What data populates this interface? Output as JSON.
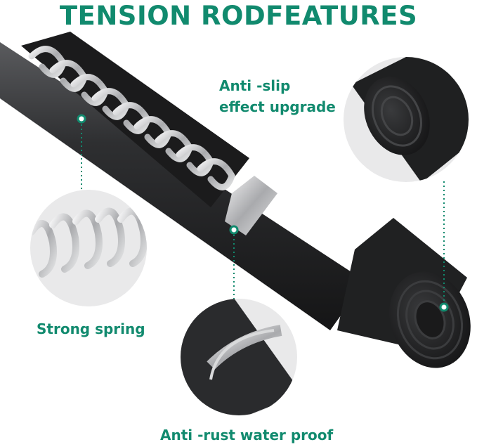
{
  "title": "TENSION RODFEATURES",
  "features": {
    "anti_slip": {
      "line1": "Anti -slip",
      "line2": "effect upgrade"
    },
    "strong_spring": {
      "label": "Strong spring"
    },
    "anti_rust": {
      "label": "Anti -rust water proof"
    }
  },
  "colors": {
    "accent": "#118a6e",
    "rod": "#2a2b2d",
    "metal": "#c8c9cb",
    "circle_bg": "#e9e9ea"
  }
}
